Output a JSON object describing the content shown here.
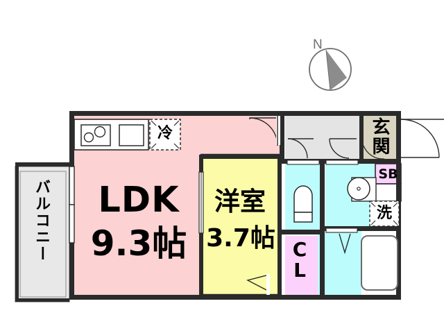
{
  "plan": {
    "title": "Japanese apartment floor plan",
    "unit_suffix": "帖",
    "compass": {
      "label": "N",
      "direction_note": "north arrow"
    },
    "rooms": [
      {
        "key": "balcony",
        "label": "バルコニー",
        "color": "#e8e8e8"
      },
      {
        "key": "ldk",
        "name": "LDK",
        "area": "9.3帖",
        "color": "#fcd2d2"
      },
      {
        "key": "washitsu",
        "name": "洋室",
        "area": "3.7帖",
        "color": "#fcfca8"
      },
      {
        "key": "toilet",
        "label": "",
        "color": "#bdfcfc"
      },
      {
        "key": "closet",
        "label": "CL",
        "color": "#fcd2fc"
      },
      {
        "key": "washroom",
        "label": "",
        "color": "#bdfcfc"
      },
      {
        "key": "bath",
        "label": "",
        "color": "#bdfcfc"
      },
      {
        "key": "hallway",
        "label": "",
        "color": "#e4e4e4"
      },
      {
        "key": "genkan",
        "label": "玄関",
        "color": "#d8d4c0"
      },
      {
        "key": "shoebox",
        "label": "SB",
        "color": "#fcd2fc"
      }
    ],
    "fixtures": [
      {
        "key": "refrigerator",
        "label": "冷"
      },
      {
        "key": "washing-machine",
        "label": "洗"
      },
      {
        "key": "stove",
        "label": ""
      },
      {
        "key": "sink",
        "label": ""
      },
      {
        "key": "toilet-bowl",
        "label": ""
      },
      {
        "key": "washbasin",
        "label": ""
      },
      {
        "key": "bathtub",
        "label": ""
      }
    ],
    "colors": {
      "wall": "#2b2b2b",
      "ldk": "#fcd2d2",
      "room": "#fcfca8",
      "water": "#bdfcfc",
      "closet": "#fcd2fc",
      "genkan": "#d8d4c0",
      "hall": "#e4e4e4",
      "balcony": "#e8e8e8",
      "white": "#ffffff",
      "compass": "#6e6e6e",
      "text": "#000000"
    }
  }
}
